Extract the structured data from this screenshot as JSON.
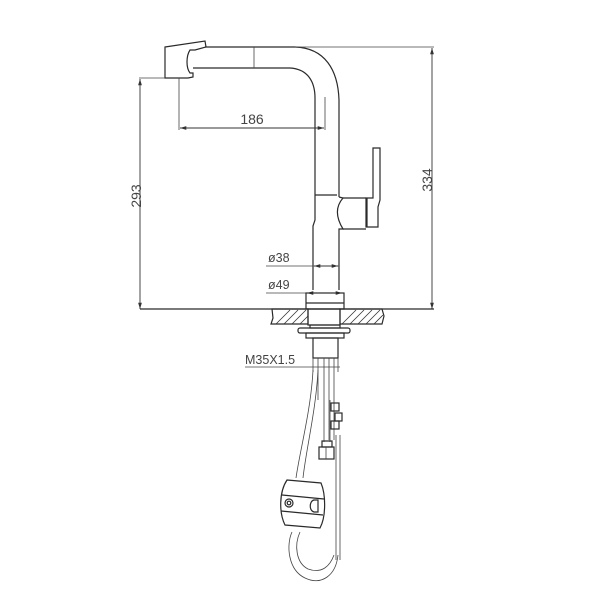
{
  "drawing": {
    "subject": "Pull-out kitchen faucet dimension drawing",
    "dimensions": {
      "spout_reach": "186",
      "spout_height": "293",
      "total_height": "334",
      "body_diameter": "ø38",
      "base_diameter": "ø49",
      "thread": "M35X1.5"
    },
    "colors": {
      "line": "#2a2a2a",
      "text": "#444444",
      "background": "#ffffff"
    }
  }
}
